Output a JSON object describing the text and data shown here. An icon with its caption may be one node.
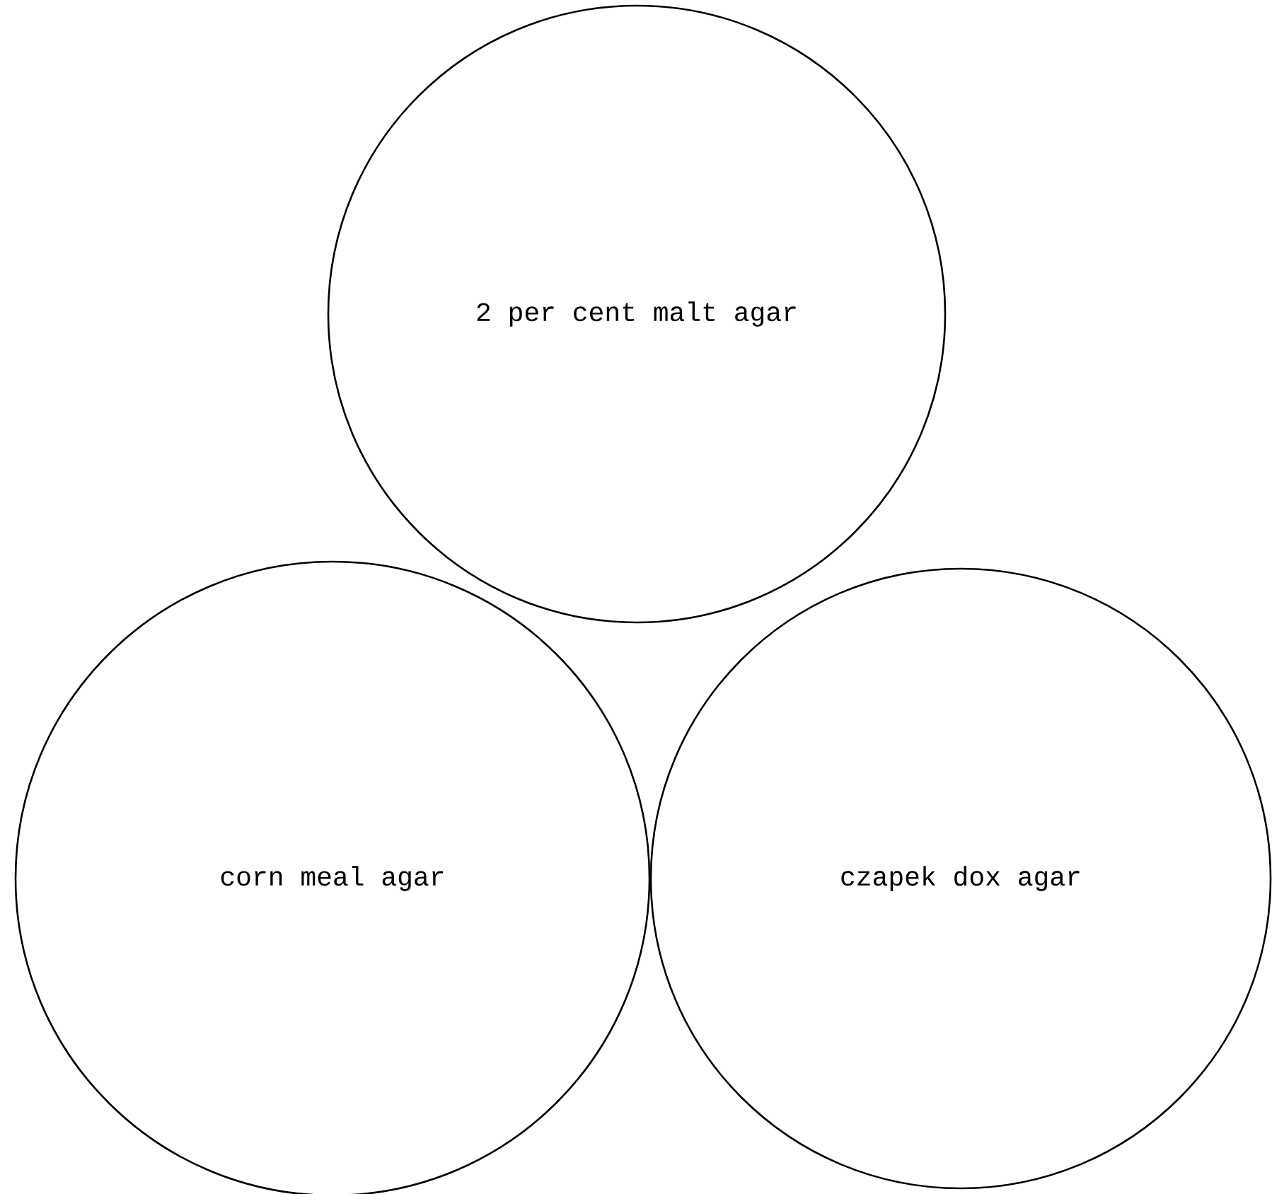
{
  "diagram": {
    "nodes": [
      {
        "text": [
          "2 per cent malt agar"
        ]
      },
      {
        "text": [
          "corn meal agar"
        ]
      },
      {
        "text": [
          "czapek dox agar"
        ]
      }
    ]
  }
}
